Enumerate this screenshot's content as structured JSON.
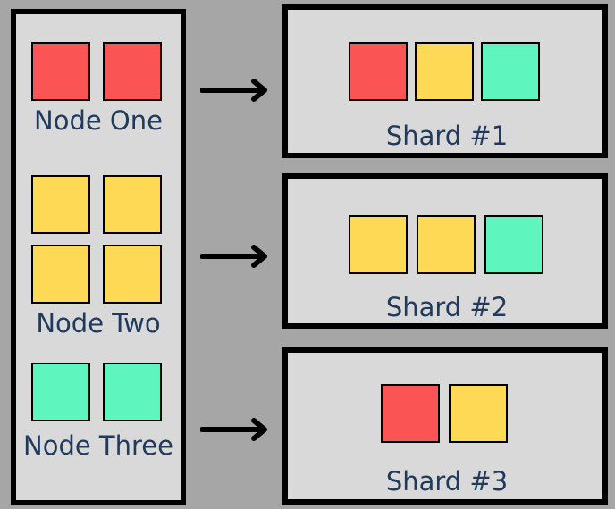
{
  "colors": {
    "red": "#fb5455",
    "yellow": "#fed955",
    "teal": "#5ff5bf",
    "panel": "#d9d9d9",
    "background": "#a6a6a6",
    "text": "#1f3a5c"
  },
  "nodes": [
    {
      "label": "Node One",
      "items": [
        "red",
        "red"
      ]
    },
    {
      "label": "Node Two",
      "items": [
        "yellow",
        "yellow",
        "yellow",
        "yellow"
      ]
    },
    {
      "label": "Node Three",
      "items": [
        "teal",
        "teal"
      ]
    }
  ],
  "shards": [
    {
      "label": "Shard #1",
      "items": [
        "red",
        "yellow",
        "teal"
      ]
    },
    {
      "label": "Shard #2",
      "items": [
        "yellow",
        "yellow",
        "teal"
      ]
    },
    {
      "label": "Shard #3",
      "items": [
        "red",
        "yellow"
      ]
    }
  ]
}
